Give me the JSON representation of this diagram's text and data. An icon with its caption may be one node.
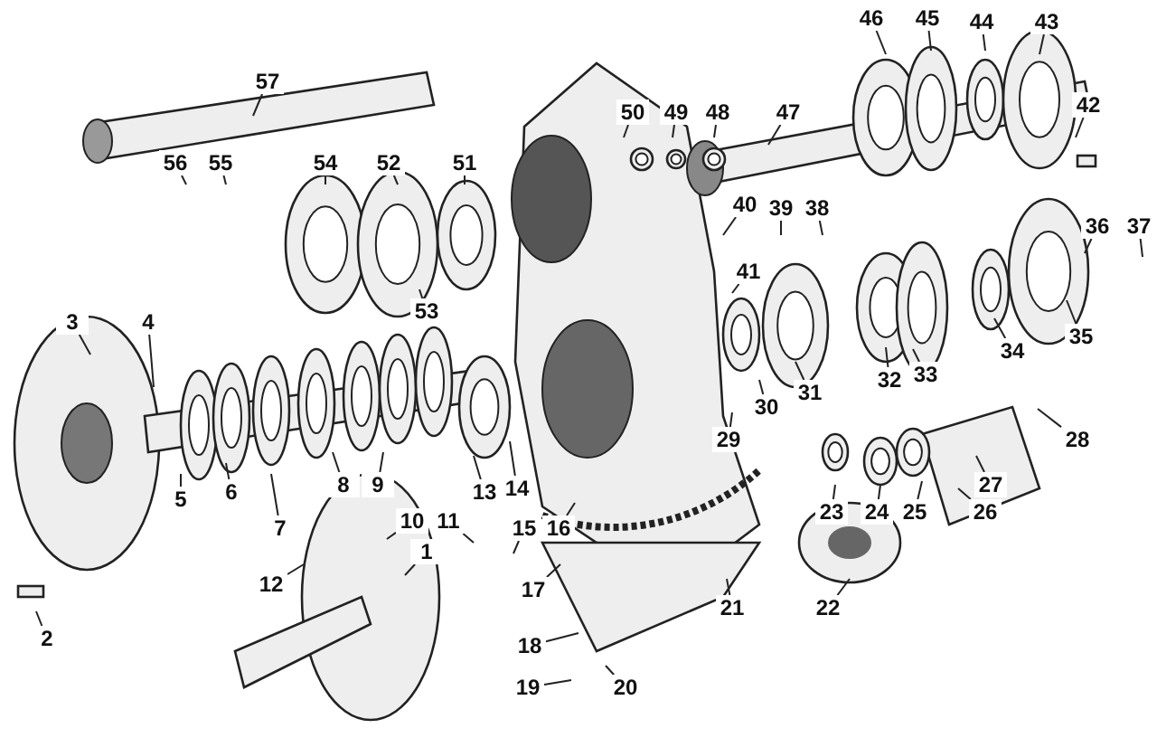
{
  "diagram": {
    "nodes": [
      {
        "text": [
          "1"
        ]
      },
      {
        "text": [
          "2"
        ]
      },
      {
        "text": [
          "3"
        ]
      },
      {
        "text": [
          "4"
        ]
      },
      {
        "text": [
          "5"
        ]
      },
      {
        "text": [
          "6"
        ]
      },
      {
        "text": [
          "7"
        ]
      },
      {
        "text": [
          "8"
        ]
      },
      {
        "text": [
          "9"
        ]
      },
      {
        "text": [
          "10"
        ]
      },
      {
        "text": [
          "11"
        ]
      },
      {
        "text": [
          "12"
        ]
      },
      {
        "text": [
          "13"
        ]
      },
      {
        "text": [
          "14"
        ]
      },
      {
        "text": [
          "15"
        ]
      },
      {
        "text": [
          "16"
        ]
      },
      {
        "text": [
          "17"
        ]
      },
      {
        "text": [
          "18"
        ]
      },
      {
        "text": [
          "19"
        ]
      },
      {
        "text": [
          "20"
        ]
      },
      {
        "text": [
          "21"
        ]
      },
      {
        "text": [
          "22"
        ]
      },
      {
        "text": [
          "23"
        ]
      },
      {
        "text": [
          "24"
        ]
      },
      {
        "text": [
          "25"
        ]
      },
      {
        "text": [
          "26"
        ]
      },
      {
        "text": [
          "27"
        ]
      },
      {
        "text": [
          "28"
        ]
      },
      {
        "text": [
          "29"
        ]
      },
      {
        "text": [
          "30"
        ]
      },
      {
        "text": [
          "31"
        ]
      },
      {
        "text": [
          "32"
        ]
      },
      {
        "text": [
          "33"
        ]
      },
      {
        "text": [
          "34"
        ]
      },
      {
        "text": [
          "35"
        ]
      },
      {
        "text": [
          "36"
        ]
      },
      {
        "text": [
          "37"
        ]
      },
      {
        "text": [
          "38"
        ]
      },
      {
        "text": [
          "39"
        ]
      },
      {
        "text": [
          "40"
        ]
      },
      {
        "text": [
          "41"
        ]
      },
      {
        "text": [
          "42"
        ]
      },
      {
        "text": [
          "43"
        ]
      },
      {
        "text": [
          "44"
        ]
      },
      {
        "text": [
          "45"
        ]
      },
      {
        "text": [
          "46"
        ]
      },
      {
        "text": [
          "47"
        ]
      },
      {
        "text": [
          "48"
        ]
      },
      {
        "text": [
          "49"
        ]
      },
      {
        "text": [
          "50"
        ]
      },
      {
        "text": [
          "51"
        ]
      },
      {
        "text": [
          "52"
        ]
      },
      {
        "text": [
          "53"
        ]
      },
      {
        "text": [
          "54"
        ]
      },
      {
        "text": [
          "55"
        ]
      },
      {
        "text": [
          "56"
        ]
      },
      {
        "text": [
          "57"
        ]
      }
    ],
    "edges": [
      {
        "from": 0,
        "to": null,
        "arrow": "none"
      },
      {
        "from": 1,
        "to": null,
        "arrow": "none"
      },
      {
        "from": 2,
        "to": null,
        "arrow": "none"
      },
      {
        "from": 3,
        "to": null,
        "arrow": "none"
      },
      {
        "from": 4,
        "to": null,
        "arrow": "none"
      },
      {
        "from": 5,
        "to": null,
        "arrow": "none"
      },
      {
        "from": 6,
        "to": null,
        "arrow": "none"
      },
      {
        "from": 7,
        "to": null,
        "arrow": "none"
      },
      {
        "from": 8,
        "to": null,
        "arrow": "none"
      },
      {
        "from": 9,
        "to": null,
        "arrow": "none"
      },
      {
        "from": 10,
        "to": null,
        "arrow": "none"
      },
      {
        "from": 11,
        "to": null,
        "arrow": "none"
      },
      {
        "from": 12,
        "to": null,
        "arrow": "none"
      },
      {
        "from": 13,
        "to": null,
        "arrow": "none"
      },
      {
        "from": 14,
        "to": null,
        "arrow": "none"
      },
      {
        "from": 15,
        "to": null,
        "arrow": "none"
      },
      {
        "from": 16,
        "to": null,
        "arrow": "none"
      },
      {
        "from": 17,
        "to": null,
        "arrow": "none"
      },
      {
        "from": 18,
        "to": null,
        "arrow": "none"
      },
      {
        "from": 19,
        "to": null,
        "arrow": "none"
      },
      {
        "from": 20,
        "to": null,
        "arrow": "none"
      },
      {
        "from": 21,
        "to": null,
        "arrow": "none"
      },
      {
        "from": 22,
        "to": null,
        "arrow": "none"
      },
      {
        "from": 23,
        "to": null,
        "arrow": "none"
      },
      {
        "from": 24,
        "to": null,
        "arrow": "none"
      },
      {
        "from": 25,
        "to": null,
        "arrow": "none"
      },
      {
        "from": 26,
        "to": null,
        "arrow": "none"
      },
      {
        "from": 27,
        "to": null,
        "arrow": "none"
      },
      {
        "from": 28,
        "to": null,
        "arrow": "none"
      },
      {
        "from": 29,
        "to": null,
        "arrow": "none"
      },
      {
        "from": 30,
        "to": null,
        "arrow": "none"
      },
      {
        "from": 31,
        "to": null,
        "arrow": "none"
      },
      {
        "from": 32,
        "to": null,
        "arrow": "none"
      },
      {
        "from": 33,
        "to": null,
        "arrow": "none"
      },
      {
        "from": 34,
        "to": null,
        "arrow": "none"
      },
      {
        "from": 35,
        "to": null,
        "arrow": "none"
      },
      {
        "from": 36,
        "to": null,
        "arrow": "none"
      },
      {
        "from": 37,
        "to": null,
        "arrow": "none"
      },
      {
        "from": 38,
        "to": null,
        "arrow": "none"
      },
      {
        "from": 39,
        "to": null,
        "arrow": "none"
      },
      {
        "from": 40,
        "to": null,
        "arrow": "none"
      },
      {
        "from": 41,
        "to": null,
        "arrow": "none"
      },
      {
        "from": 42,
        "to": null,
        "arrow": "none"
      },
      {
        "from": 43,
        "to": null,
        "arrow": "none"
      },
      {
        "from": 44,
        "to": null,
        "arrow": "none"
      },
      {
        "from": 45,
        "to": null,
        "arrow": "none"
      },
      {
        "from": 46,
        "to": null,
        "arrow": "none"
      },
      {
        "from": 47,
        "to": null,
        "arrow": "none"
      },
      {
        "from": 48,
        "to": null,
        "arrow": "none"
      },
      {
        "from": 49,
        "to": null,
        "arrow": "none"
      },
      {
        "from": 50,
        "to": null,
        "arrow": "none"
      },
      {
        "from": 51,
        "to": null,
        "arrow": "none"
      },
      {
        "from": 52,
        "to": null,
        "arrow": "none"
      },
      {
        "from": 53,
        "to": null,
        "arrow": "none"
      },
      {
        "from": 54,
        "to": null,
        "arrow": "none"
      },
      {
        "from": 55,
        "to": null,
        "arrow": "none"
      },
      {
        "from": 56,
        "to": null,
        "arrow": "none"
      }
    ]
  }
}
